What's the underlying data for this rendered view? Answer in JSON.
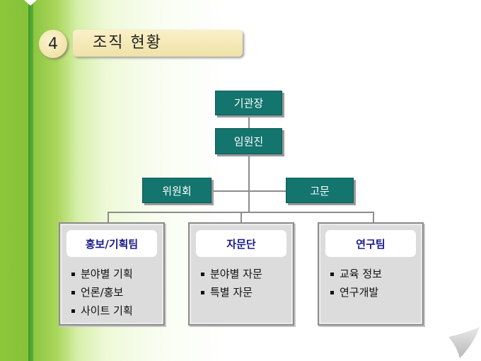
{
  "slide": {
    "number": "4",
    "title": "조직 현황"
  },
  "org": {
    "top": "기관장",
    "executives": "임원진",
    "committee": "위원회",
    "advisor": "고문",
    "teams": [
      {
        "name": "홍보/기획팀",
        "items": [
          "분야별 기획",
          "언론/홍보",
          "사이트 기획"
        ]
      },
      {
        "name": "자문단",
        "items": [
          "분야별 자문",
          "특별 자문"
        ]
      },
      {
        "name": "연구팀",
        "items": [
          "교육 정보",
          "연구개발"
        ]
      }
    ]
  },
  "colors": {
    "box": "#13756e",
    "panel": "#dcdcdc",
    "team_title": "#1a1a8a"
  }
}
